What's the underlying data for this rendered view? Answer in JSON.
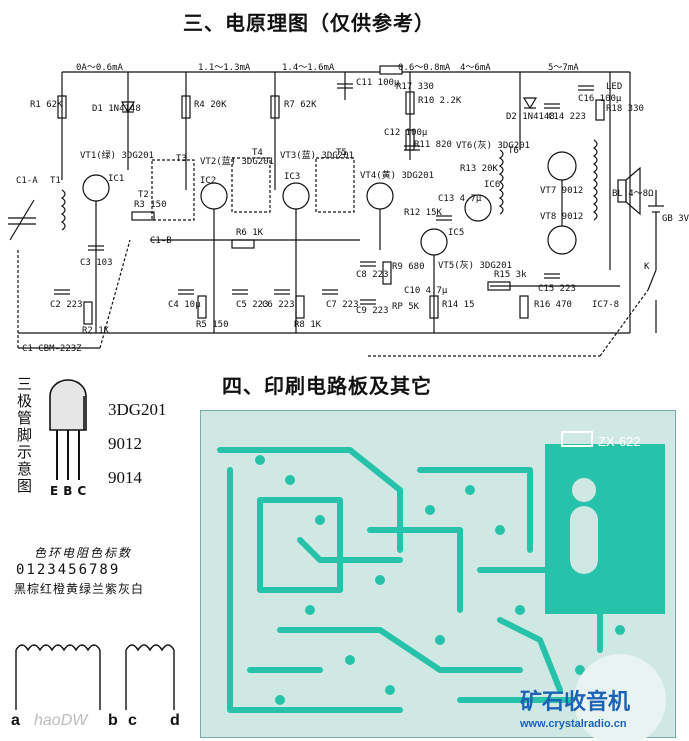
{
  "titles": {
    "schematic": "三、电原理图（仅供参考）",
    "pcb": "四、印刷电路板及其它"
  },
  "schematic": {
    "currents": [
      "0A～0.6mA",
      "1.1～1.3mA",
      "1.4～1.6mA",
      "0.6～0.8mA",
      "4～6mA",
      "5～7mA"
    ],
    "components": [
      "R1 62K",
      "D1 1N4148",
      "R4 20K",
      "R7 62K",
      "C11 100μ",
      "R17 330",
      "R10 2.2K",
      "D2 1N4148",
      "C14 223",
      "C16 100μ",
      "R18 330",
      "LED",
      "VT1(绿) 3DG201",
      "IC1",
      "T1",
      "C1-A",
      "T2",
      "T3",
      "VT2(蓝) 3DG201",
      "IC2",
      "T4",
      "VT3(蓝) 3DG201",
      "IC3",
      "T5",
      "VT4(黄) 3DG201",
      "C12 100μ",
      "R11 820",
      "VT6(灰) 3DG201",
      "R13 20K",
      "IC6",
      "T6",
      "VT7 9012",
      "VT8 9012",
      "BL 4～8Ω",
      "GB 3V",
      "K",
      "R3 150",
      "C1-B",
      "R6 1K",
      "C3 103",
      "C2 223",
      "R2 1K",
      "C4 10μ",
      "R5 150",
      "C5 223",
      "C6 223",
      "R8 1K",
      "C7 223",
      "C8 223",
      "R9 680",
      "C9 223",
      "RP 5K",
      "R12 15K",
      "C13 4.7μ",
      "IC5",
      "VT5(灰) 3DG201",
      "C10 4.7μ",
      "R14 15",
      "R15 3k",
      "R16 470",
      "C15 223",
      "IC7-8",
      "C1 CBM-223Z"
    ]
  },
  "pinout": {
    "caption": "三极管脚示意图",
    "parts": [
      "3DG201",
      "9012",
      "9014"
    ],
    "pins": [
      "E",
      "B",
      "C"
    ]
  },
  "color_code": {
    "title": "色环电阻色标数",
    "digits": "0123456789",
    "colors": "黑棕红橙黄绿兰紫灰白"
  },
  "coil": {
    "pins": [
      "a",
      "b",
      "c",
      "d"
    ]
  },
  "pcb": {
    "model": "ZX-622"
  },
  "branding": {
    "logo": "矿石收音机",
    "url": "www.crystalradio.cn",
    "watermark": "haoDW"
  },
  "colors": {
    "pcb_trace": "#26c2aa",
    "logo": "#1c63b5"
  }
}
